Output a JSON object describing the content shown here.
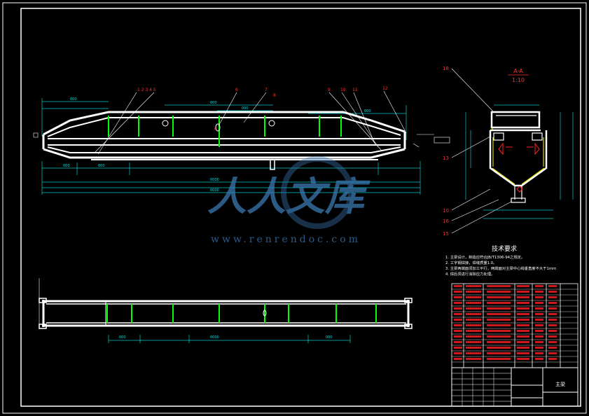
{
  "section_label": "A-A",
  "section_scale": "1:10",
  "tech_req": {
    "title": "技术要求",
    "items": [
      "1. 主梁设计，制造应符合JB/T1306-94之规定。",
      "2. 工字钢焊接，焊缝质量1.0。",
      "3. 主梁两端面须加工平行，两端面对主梁中心线垂直度不大于1mm",
      "4. 焊后须进行消除应力处理。"
    ]
  },
  "title_block": {
    "part_name": "主梁"
  },
  "watermark": {
    "brand": "人人文库",
    "url": "www.renrendoc.com"
  },
  "colors": {
    "frame": "#ffffff",
    "structure": "#ffffff",
    "stiffener": "#00ff00",
    "dimension": "#00cccc",
    "annotation": "#ff2020",
    "hatch": "#ffff00",
    "watermark": "#3a78b0"
  }
}
